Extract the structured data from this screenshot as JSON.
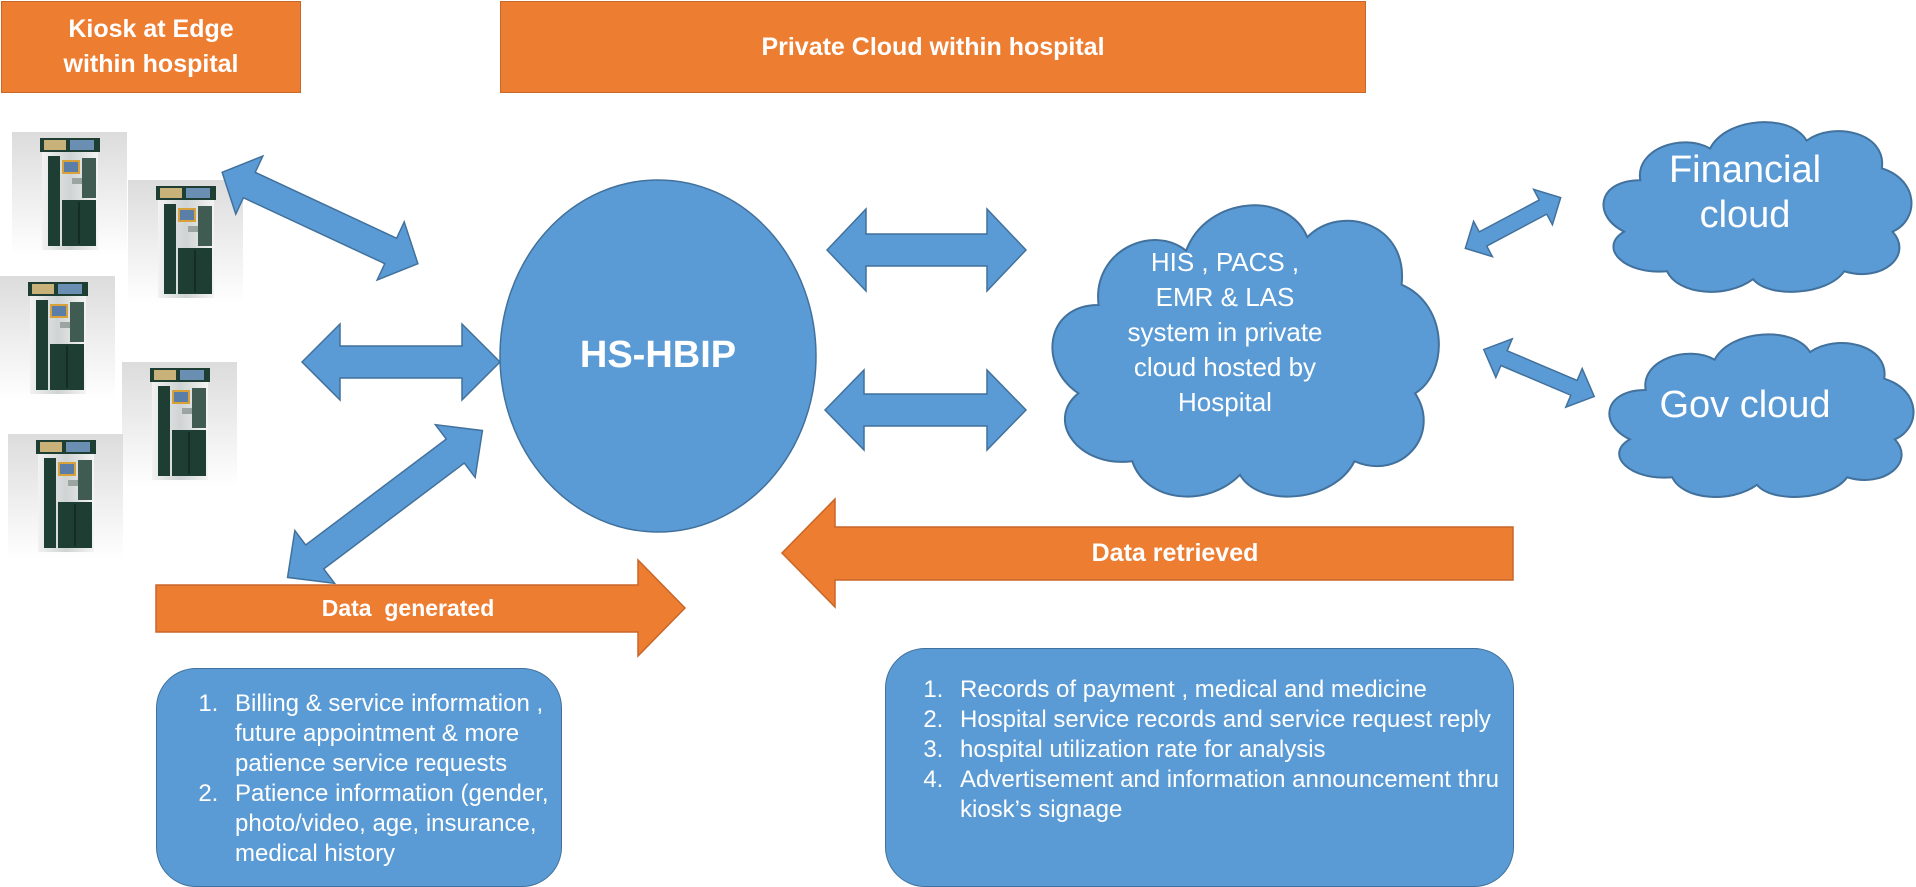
{
  "banners": {
    "kiosk": [
      "Kiosk at Edge",
      "within hospital"
    ],
    "cloud": "Private Cloud within hospital"
  },
  "hub": {
    "label": "HS-HBIP"
  },
  "his_cloud": {
    "lines": [
      "HIS , PACS ,",
      "EMR & LAS",
      "system in private",
      "cloud hosted by",
      "Hospital"
    ]
  },
  "financial_cloud": {
    "lines": [
      "Financial",
      "cloud"
    ]
  },
  "gov_cloud": {
    "label": "Gov cloud"
  },
  "data_generated": {
    "label": "Data  generated"
  },
  "data_retrieved": {
    "label": "Data retrieved"
  },
  "generated_list": [
    "Billing & service information , future appointment & more patience service requests",
    "Patience information (gender, photo/video, age, insurance, medical history"
  ],
  "retrieved_list": [
    "Records of payment , medical and medicine",
    "Hospital service records and service request reply",
    "hospital utilization rate for analysis",
    "Advertisement and information announcement thru  kiosk’s signage"
  ],
  "colors": {
    "blue": "#5b9bd5",
    "blue_border": "#41719c",
    "orange": "#ed7d31",
    "kiosk_body": "#1e3d33"
  },
  "icons": [
    "kiosk-icon",
    "double-arrow-icon",
    "cloud-shape"
  ]
}
